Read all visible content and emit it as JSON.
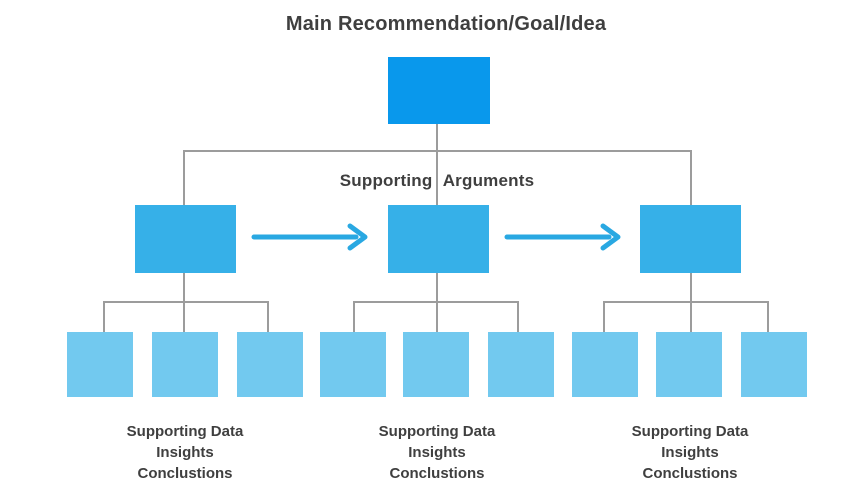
{
  "diagram": {
    "title": "Main Recommendation/Goal/Idea",
    "tier2_label": "Supporting Arguments",
    "groups": [
      {
        "lines": [
          "Supporting Data",
          "Insights",
          "Conclustions"
        ]
      },
      {
        "lines": [
          "Supporting Data",
          "Insights",
          "Conclustions"
        ]
      },
      {
        "lines": [
          "Supporting Data",
          "Insights",
          "Conclustions"
        ]
      }
    ],
    "colors": {
      "top_box": "#0998ec",
      "mid_box": "#36b0e8",
      "bottom_box": "#72c9ef",
      "arrow": "#29a8e2",
      "connector": "#9c9c9c",
      "text": "#3f3f3f",
      "background": "#ffffff"
    }
  }
}
